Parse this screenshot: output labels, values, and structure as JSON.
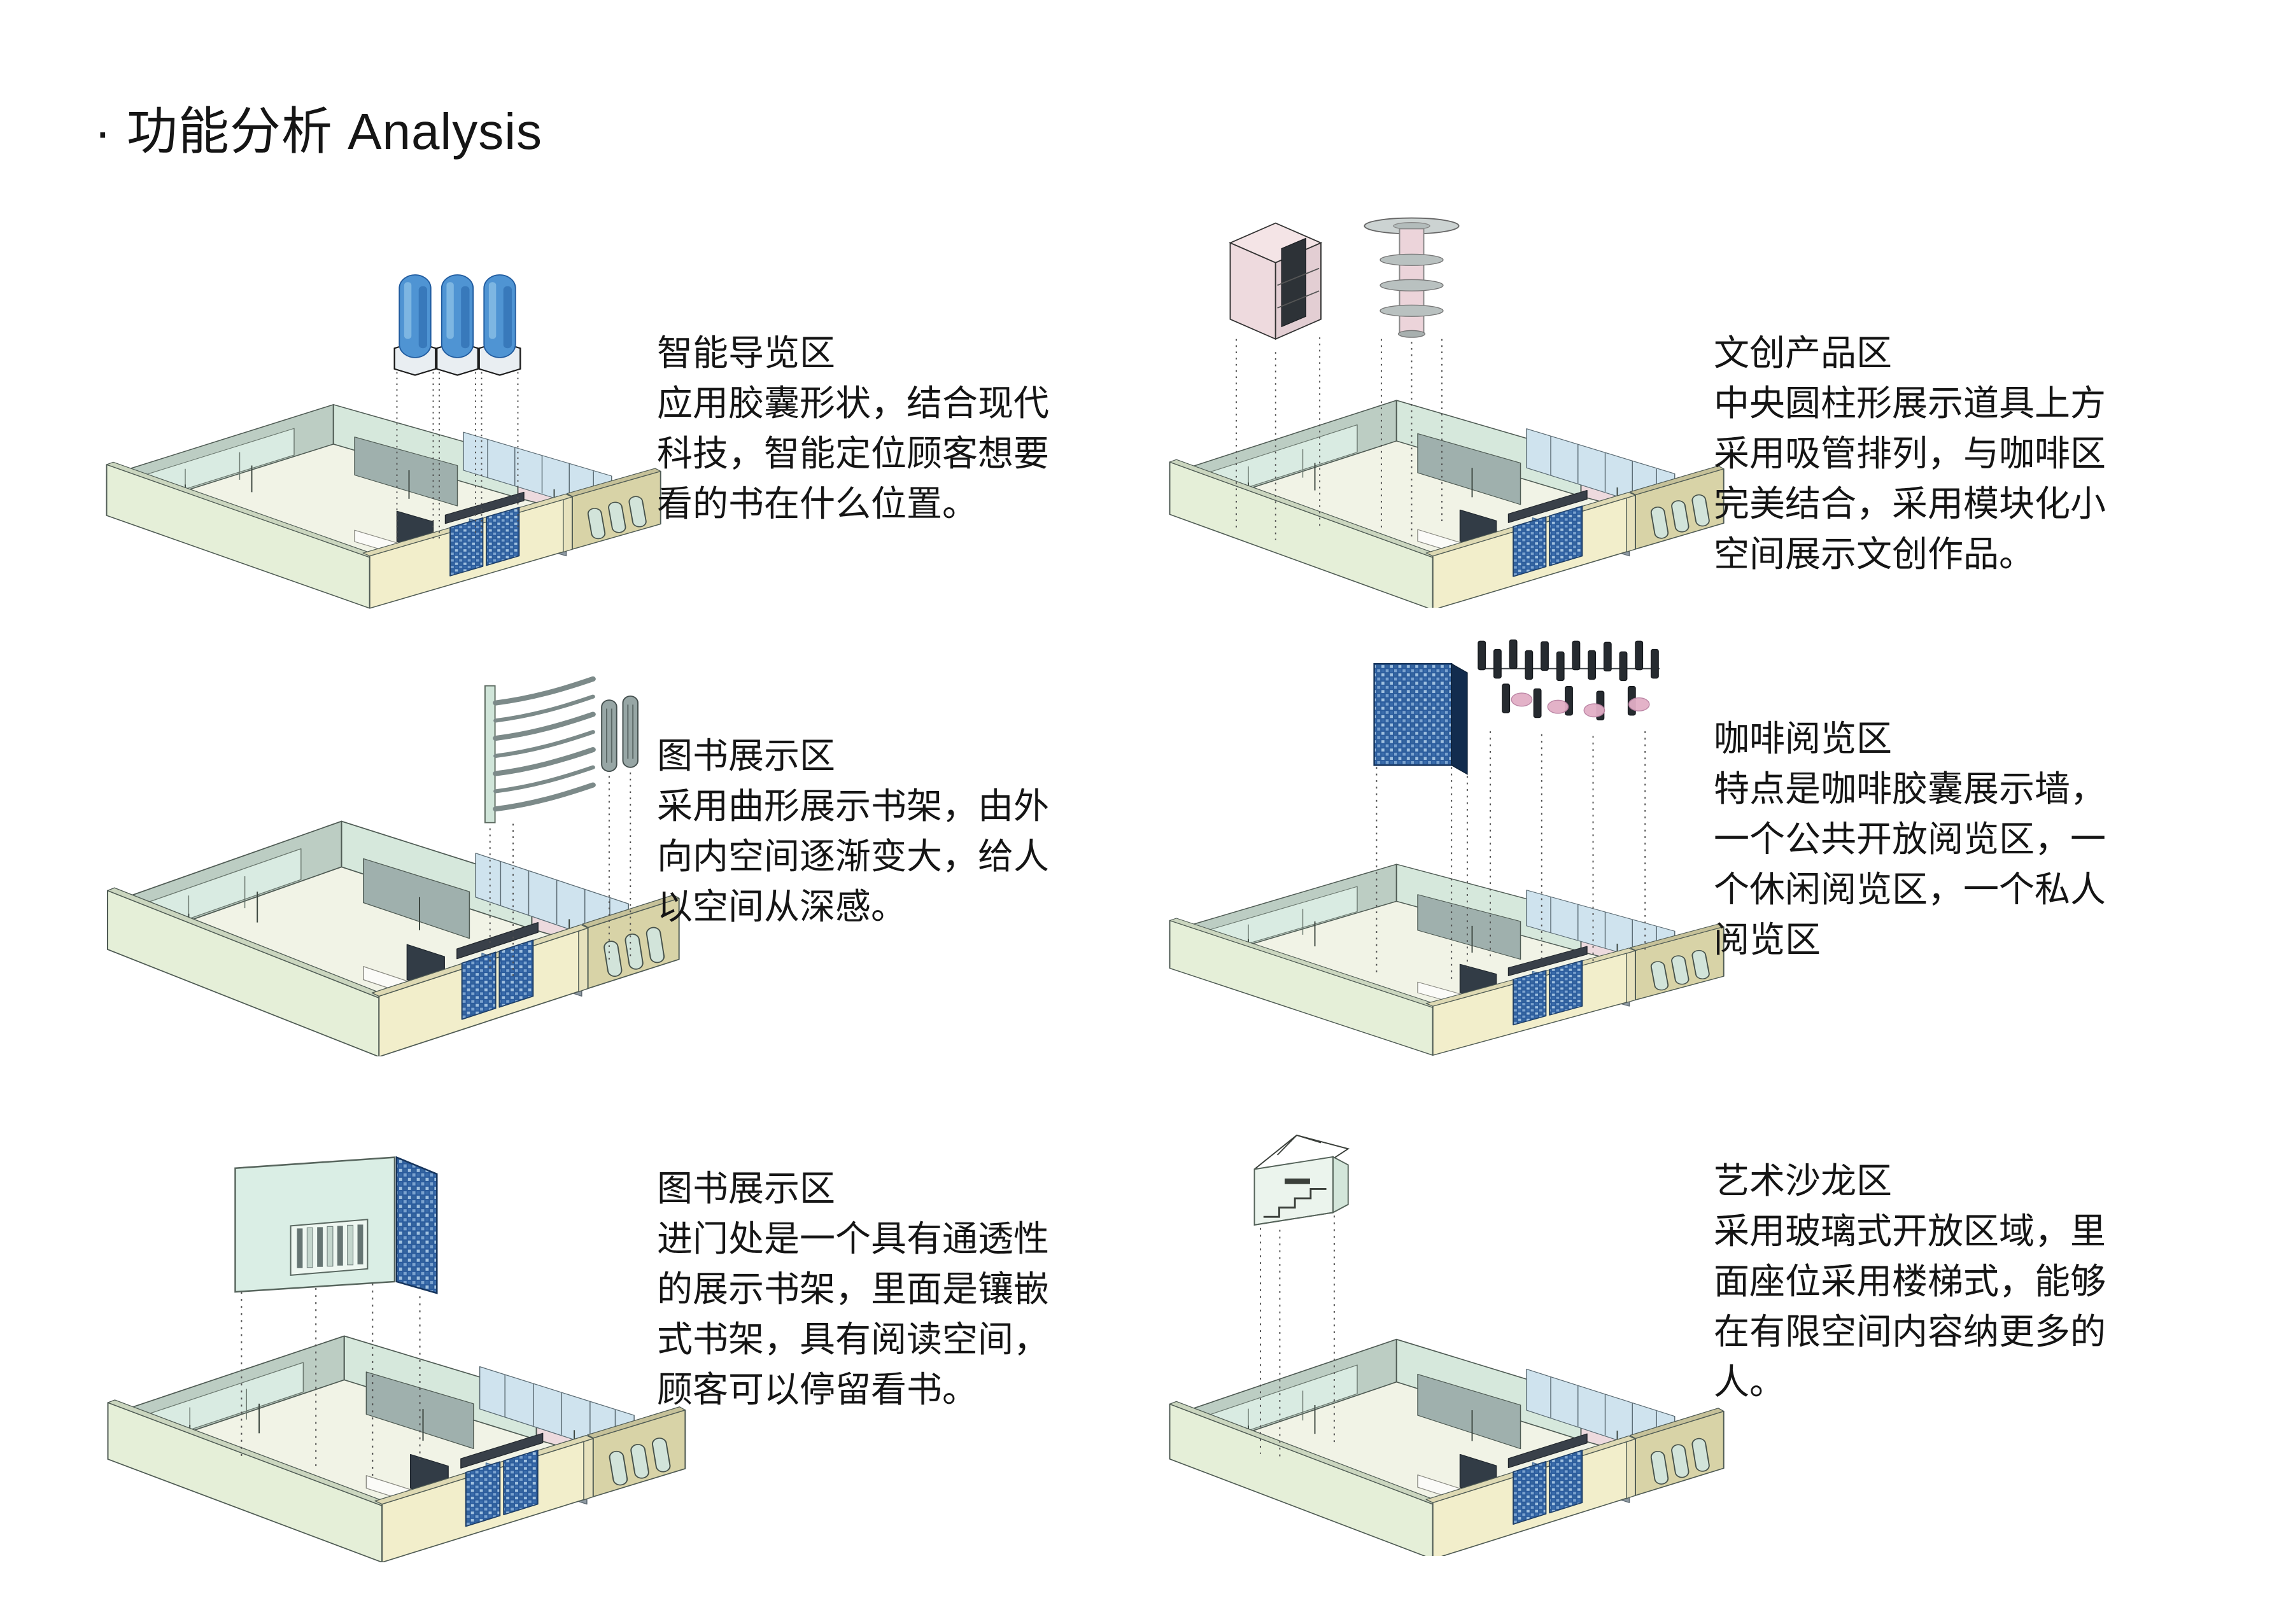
{
  "title": "· 功能分析 Analysis",
  "sections": [
    {
      "id": "smart-guide",
      "float": "three-blue-capsule-pillars",
      "title": "智能导览区",
      "lines": [
        "应用胶囊形状，结合现代",
        "科技，智能定位顾客想要",
        "看的书在什么位置。"
      ]
    },
    {
      "id": "cultural-products",
      "float": "pink-display-box-and-straw-column",
      "title": "文创产品区",
      "lines": [
        "中央圆柱形展示道具上方",
        "采用吸管排列，与咖啡区",
        "完美结合，采用模块化小",
        "空间展示文创作品。"
      ]
    },
    {
      "id": "book-display-curved",
      "float": "curved-bookshelf-bands-and-pill-columns",
      "title": "图书展示区",
      "lines": [
        "采用曲形展示书架，由外",
        "向内空间逐渐变大，给人",
        "以空间从深感。"
      ]
    },
    {
      "id": "coffee-reading",
      "float": "coffee-capsule-wall-and-hanging-cups",
      "title": "咖啡阅览区",
      "lines": [
        "特点是咖啡胶囊展示墙，",
        "一个公共开放阅览区，一",
        "个休闲阅览区，一个私人",
        "阅览区"
      ]
    },
    {
      "id": "book-display-entrance",
      "float": "transparent-shelf-wall-with-mosaic-corner",
      "title": "图书展示区",
      "lines": [
        "进门处是一个具有通透性",
        "的展示书架，里面是镶嵌",
        "式书架，具有阅读空间，",
        "顾客可以停留看书。"
      ]
    },
    {
      "id": "art-salon",
      "float": "glass-box-with-stepped-seating",
      "title": "艺术沙龙区",
      "lines": [
        "采用玻璃式开放区域，里",
        "面座位采用楼梯式，能够",
        "在有限空间内容纳更多的",
        "人。"
      ]
    }
  ],
  "palette": {
    "page_bg": "#ffffff",
    "text": "#151515",
    "ink": "#4f5b54",
    "floor": "#f1f3e6",
    "wall_green": "#e5efd8",
    "wall_green_top": "#cbd6bf",
    "wall_cream": "#f2eecb",
    "wall_cream_top": "#ded9b3",
    "wall_tan": "#d8d3a7",
    "wall_tan_top": "#c6c199",
    "wall_pink": "#eddade",
    "wall_gray": "#bccdc3",
    "glass_strip": "#d9ebe2",
    "glass_mint": "#d6e8dc",
    "glass_blue": "#cfe3ee",
    "partition_gray": "#9fb0ad",
    "window_mint": "#d2e4da",
    "capsule_blue": "#4f94d3",
    "capsule_blue_dark": "#2f6db1",
    "capsule_blue_light": "#85bce4",
    "mosaic_blue": "#2a5b9c",
    "mosaic_blue_light": "#7ba3cf",
    "pink_cup": "#e2aec6"
  }
}
